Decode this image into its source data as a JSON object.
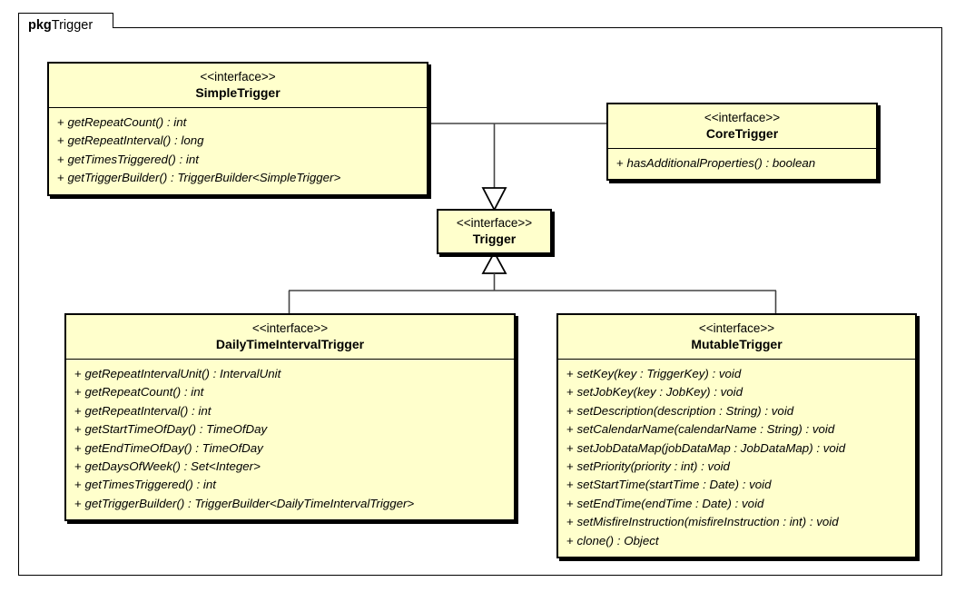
{
  "package": {
    "keyword": "pkg",
    "name": "Trigger"
  },
  "diagram": {
    "type": "uml-class-diagram",
    "colors": {
      "class_fill": "#FFFFCC",
      "border": "#000000",
      "background": "#FFFFFF"
    }
  },
  "classes": {
    "simple_trigger": {
      "stereotype": "<<interface>>",
      "name": "SimpleTrigger",
      "methods": [
        {
          "visibility": "+",
          "signature": "getRepeatCount() : int"
        },
        {
          "visibility": "+",
          "signature": "getRepeatInterval() : long"
        },
        {
          "visibility": "+",
          "signature": "getTimesTriggered() : int"
        },
        {
          "visibility": "+",
          "signature": "getTriggerBuilder() : TriggerBuilder<SimpleTrigger>"
        }
      ]
    },
    "core_trigger": {
      "stereotype": "<<interface>>",
      "name": "CoreTrigger",
      "methods": [
        {
          "visibility": "+",
          "signature": "hasAdditionalProperties() : boolean"
        }
      ]
    },
    "trigger": {
      "stereotype": "<<interface>>",
      "name": "Trigger",
      "methods": []
    },
    "daily_time_interval_trigger": {
      "stereotype": "<<interface>>",
      "name": "DailyTimeIntervalTrigger",
      "methods": [
        {
          "visibility": "+",
          "signature": "getRepeatIntervalUnit() : IntervalUnit"
        },
        {
          "visibility": "+",
          "signature": "getRepeatCount() : int"
        },
        {
          "visibility": "+",
          "signature": "getRepeatInterval() : int"
        },
        {
          "visibility": "+",
          "signature": "getStartTimeOfDay() : TimeOfDay"
        },
        {
          "visibility": "+",
          "signature": "getEndTimeOfDay() : TimeOfDay"
        },
        {
          "visibility": "+",
          "signature": "getDaysOfWeek() : Set<Integer>"
        },
        {
          "visibility": "+",
          "signature": "getTimesTriggered() : int"
        },
        {
          "visibility": "+",
          "signature": "getTriggerBuilder() : TriggerBuilder<DailyTimeIntervalTrigger>"
        }
      ]
    },
    "mutable_trigger": {
      "stereotype": "<<interface>>",
      "name": "MutableTrigger",
      "methods": [
        {
          "visibility": "+",
          "signature": "setKey(key : TriggerKey) : void"
        },
        {
          "visibility": "+",
          "signature": "setJobKey(key : JobKey) : void"
        },
        {
          "visibility": "+",
          "signature": "setDescription(description : String) : void"
        },
        {
          "visibility": "+",
          "signature": "setCalendarName(calendarName : String) : void"
        },
        {
          "visibility": "+",
          "signature": "setJobDataMap(jobDataMap : JobDataMap) : void"
        },
        {
          "visibility": "+",
          "signature": "setPriority(priority : int) : void"
        },
        {
          "visibility": "+",
          "signature": "setStartTime(startTime : Date) : void"
        },
        {
          "visibility": "+",
          "signature": "setEndTime(endTime : Date) : void"
        },
        {
          "visibility": "+",
          "signature": "setMisfireInstruction(misfireInstruction : int) : void"
        },
        {
          "visibility": "+",
          "signature": "clone() : Object"
        }
      ]
    }
  },
  "relationships": [
    {
      "kind": "generalization",
      "from": "SimpleTrigger",
      "to": "Trigger"
    },
    {
      "kind": "generalization",
      "from": "CoreTrigger",
      "to": "Trigger"
    },
    {
      "kind": "generalization",
      "from": "DailyTimeIntervalTrigger",
      "to": "Trigger"
    },
    {
      "kind": "generalization",
      "from": "MutableTrigger",
      "to": "Trigger"
    }
  ]
}
